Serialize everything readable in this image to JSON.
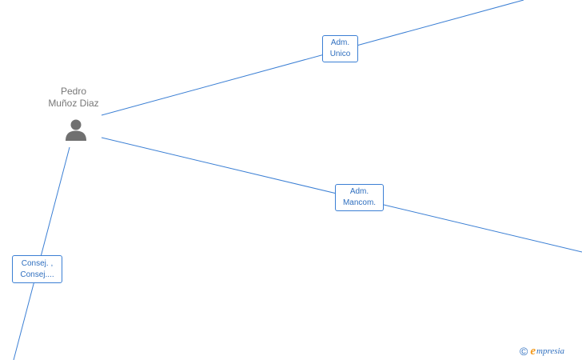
{
  "person": {
    "name_line1": "Pedro",
    "name_line2": "Muñoz Diaz",
    "icon": "person-icon"
  },
  "edges": [
    {
      "label_line1": "Adm.",
      "label_line2": "Unico"
    },
    {
      "label_line1": "Adm.",
      "label_line2": "Mancom."
    },
    {
      "label_line1": "Consej. ,",
      "label_line2": "Consej...."
    }
  ],
  "branding": {
    "copyright_symbol": "©",
    "logo_first_letter": "e",
    "logo_rest": "mpresia"
  },
  "colors": {
    "edge_line": "#3b7fd4",
    "label_text": "#2f6fbf",
    "person_icon": "#707070",
    "name_text": "#777777",
    "logo_accent": "#f39a1e"
  }
}
